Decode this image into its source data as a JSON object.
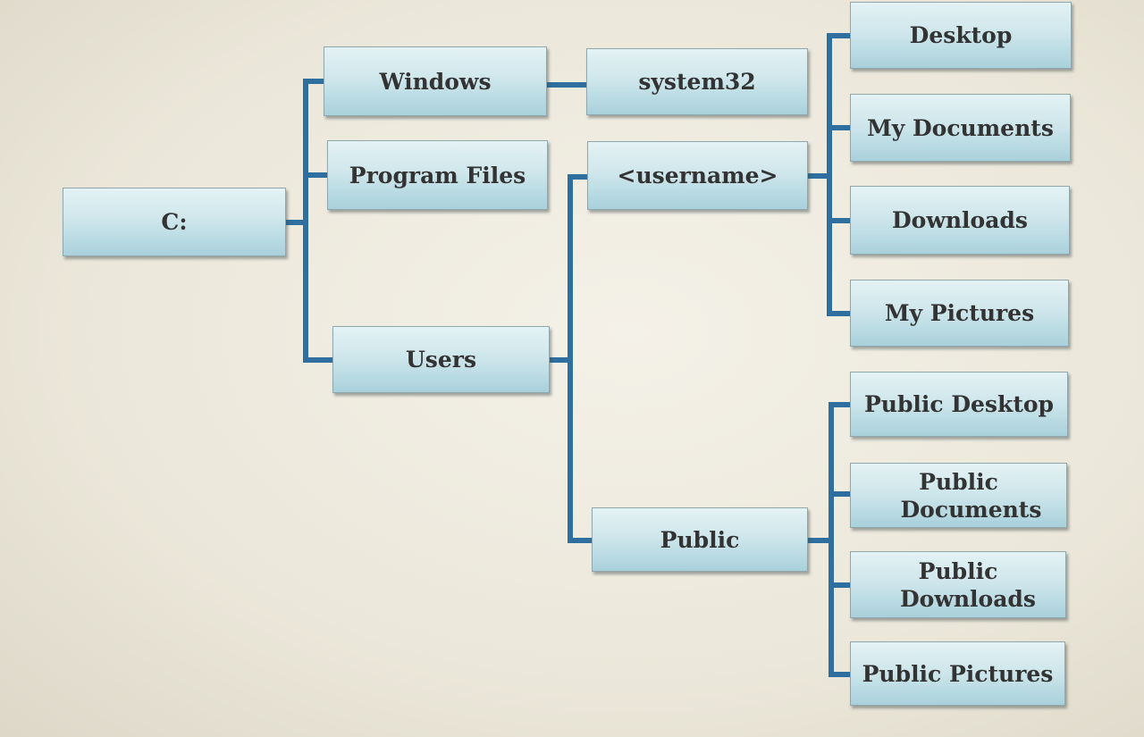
{
  "diagram": {
    "root": "C:",
    "level1": [
      "Windows",
      "Program Files",
      "Users"
    ],
    "level2": {
      "windows_child": "system32",
      "users_children": [
        "<username>",
        "Public"
      ]
    },
    "level3": {
      "username_children": [
        "Desktop",
        "My Documents",
        "Downloads",
        "My Pictures"
      ],
      "public_children": [
        "Public Desktop",
        "Public Documents",
        "Public Downloads",
        "Public Pictures"
      ]
    }
  },
  "colors": {
    "connector": "#2f6f9f",
    "box_top": "#e4f2f4",
    "box_bottom": "#a9d1dc",
    "text": "#333333"
  }
}
